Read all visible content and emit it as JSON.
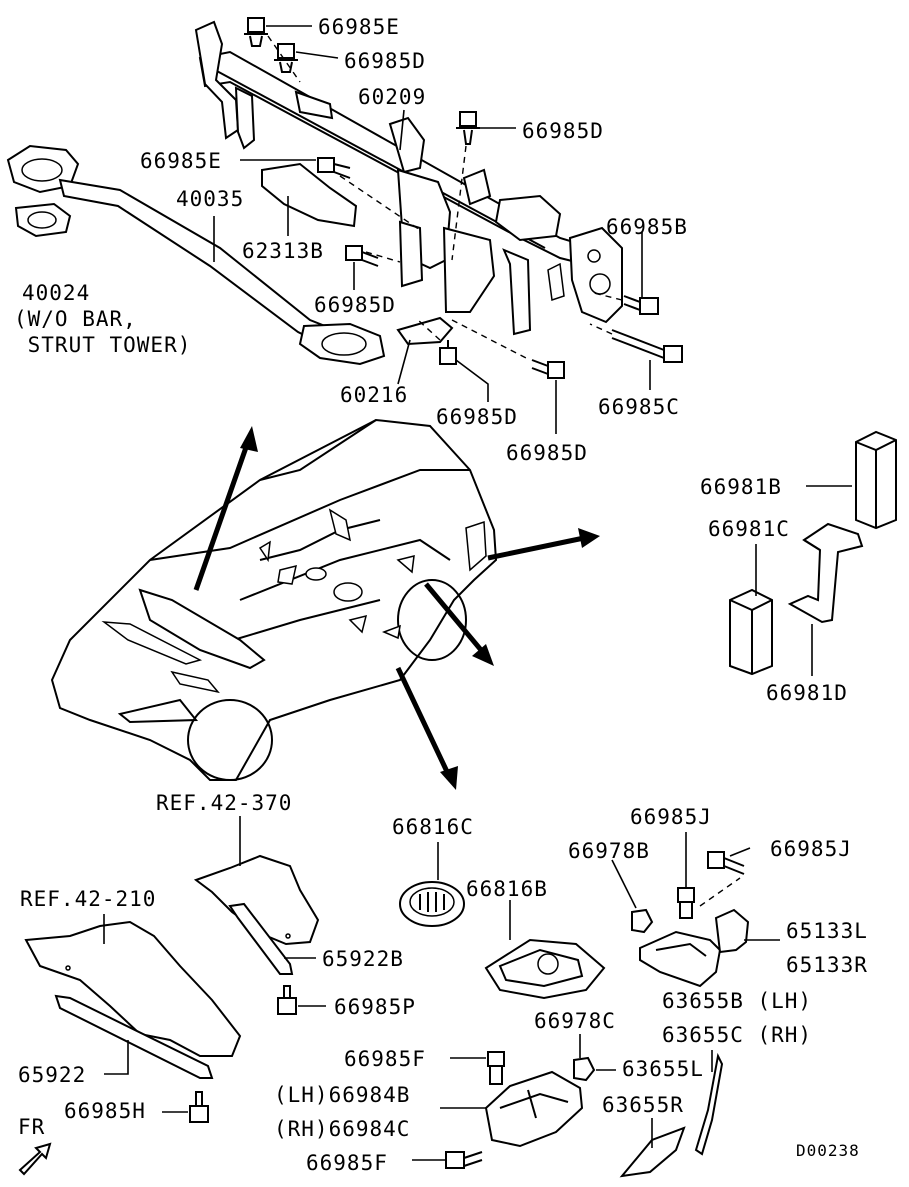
{
  "diagram_id": "D00238",
  "direction_label": "FR",
  "labels": {
    "p66985E_top": "66985E",
    "p66985D_top": "66985D",
    "p60209": "60209",
    "p66985D_right": "66985D",
    "p66985E_mid": "66985E",
    "p40035": "40035",
    "p62313B": "62313B",
    "p66985B": "66985B",
    "p40024": "40024",
    "p40024_note1": "(W/O BAR,",
    "p40024_note2": " STRUT TOWER)",
    "p66985D_mid": "66985D",
    "p60216": "60216",
    "p66985D_low1": "66985D",
    "p66985C": "66985C",
    "p66985D_low2": "66985D",
    "p66981B": "66981B",
    "p66981C": "66981C",
    "p66981D": "66981D",
    "ref42370": "REF.42-370",
    "ref42210": "REF.42-210",
    "p65922B": "65922B",
    "p66985P": "66985P",
    "p65922": "65922",
    "p66985H": "66985H",
    "p66816C": "66816C",
    "p66816B": "66816B",
    "p66985J_top": "66985J",
    "p66978B": "66978B",
    "p66985J_right": "66985J",
    "p65133L": "65133L",
    "p65133R": "65133R",
    "p63655B": "63655B (LH)",
    "p66978C": "66978C",
    "p63655C": "63655C (RH)",
    "p66985F_top": "66985F",
    "p63655L": "63655L",
    "p66984B": "(LH)66984B",
    "p63655R": "63655R",
    "p66984C": "(RH)66984C",
    "p66985F_bottom": "66985F"
  }
}
